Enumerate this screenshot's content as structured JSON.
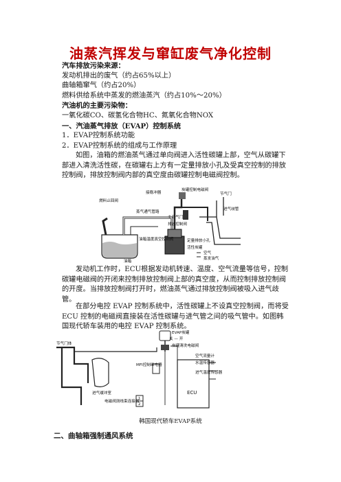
{
  "title": "油蒸汽挥发与窜缸废气净化控制",
  "intro": {
    "heading1": "汽车排放污染来源：",
    "sources": [
      "发动机排出的废气（约占65%以上）",
      "曲轴箱窜气（约占20%）",
      "燃料供给系统中蒸发的燃油蒸汽（约占10%～20%）"
    ],
    "heading2": "汽油机的主要污染物：",
    "pollutants": "一氧化碳CO、碳氢化合物HC、氮氧化合物NOX",
    "section1": "一、汽油蒸气排放（EVAP）控制系统",
    "items": [
      "1．EVAP控制系统功能",
      "2．EVAP控制系统的组成与工作原理"
    ]
  },
  "para1": "如图，油箱的燃油蒸气通过单向阀进入活性碳罐上部，空气从碳罐下部进入清洗活性碳，在碳罐右上方有一定量排放小孔及受真空控制的排放控制阀，排放控制阀内部的真空度由碳罐控制电磁阀控制。",
  "diagram1": {
    "labels": {
      "throttle_chamber": "接稳冲器",
      "canister_solenoid": "炭罐控制电磁阀",
      "throttle": "节气门",
      "fuel_check_valve": "燃料止回阀",
      "vapor_pipe": "蒸气通气管路",
      "intake": "进气歧管",
      "main_throttle": "主节气门",
      "purge_valve": "排放控制阀",
      "tank_valve": "油箱温度真空控制阀",
      "fixed_orifice": "定量排放小孔",
      "canister": "活性炭罐",
      "tank": "油箱",
      "air": "空气",
      "vapor": "蒸发油气"
    }
  },
  "para2": "发动机工作时，ECU根据发动机转速、温度、空气流量等信号，控制碳罐电磁阀的开闭来控制排放控制阀上部的真空度，从而控制排放控制阀的开度。当排放控制阀打开时，燃油蒸气通过排放控制阀被吸入进气歧管。",
  "para3": "在部分电控 EVAP 控制系统中，活性碳罐上不设真空控制阀，而将受 ECU 控制的电磁阀直接装在活性碳罐与进气管之间的吸气管中。如图韩国现代轿车装用的电控 EVAP 控制系统。",
  "diagram2": {
    "labels": {
      "evap_canister": "EVAP炭罐",
      "off_on": "关 — 开",
      "purge_solenoid": "炭罐清洗电磁阀",
      "throttle_body": "节气门体",
      "mfi_relay": "MFI控制继电器",
      "air_flow": "空气流量计",
      "coolant_temp": "水温传感器",
      "intake_temp": "进气温度传感器",
      "surge_tank": "进气缓冲室",
      "connector": "电磁阀测线束连接器",
      "ecu": "ECU",
      "pin1": "1",
      "pin2": "2"
    }
  },
  "caption": "韩国现代轿车EVAP系统",
  "section2": "二、曲轴箱强制通风系统"
}
